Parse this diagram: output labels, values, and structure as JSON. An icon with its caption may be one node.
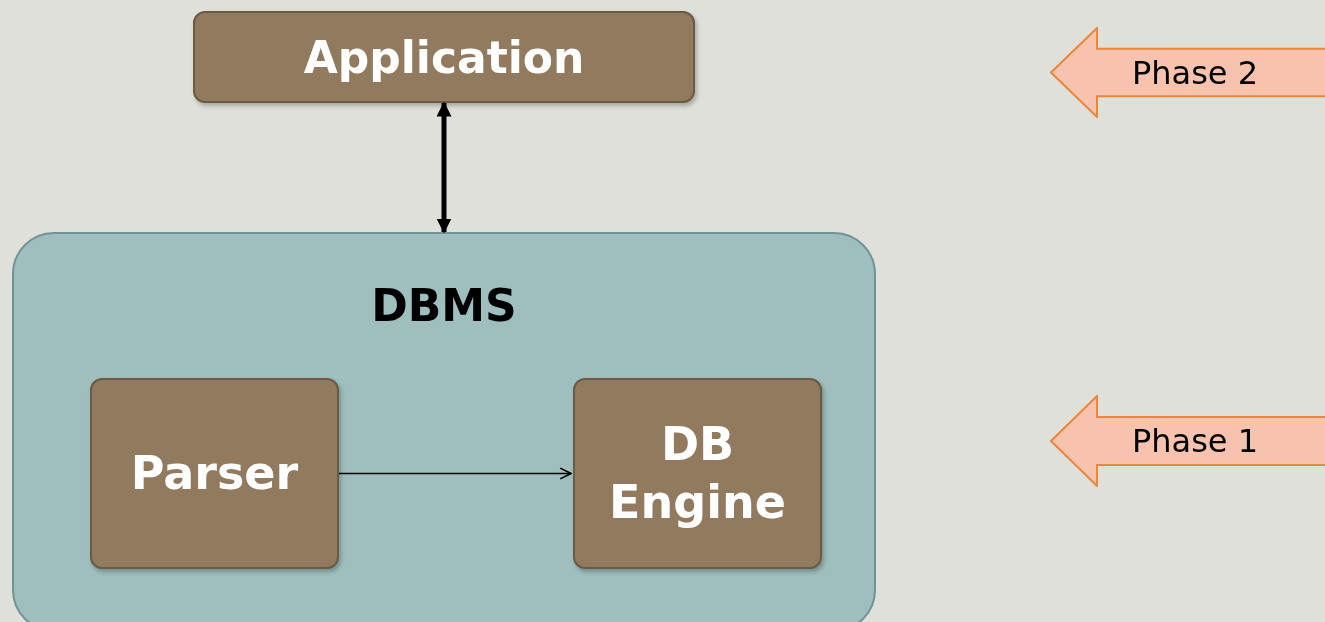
{
  "diagram": {
    "nodes": [
      {
        "text": [
          "Application"
        ]
      },
      {
        "text": [
          "DBMS"
        ]
      },
      {
        "text": [
          "Parser"
        ],
        "in": 1
      },
      {
        "text": [
          "DB Engine"
        ],
        "in": 1
      },
      {
        "text": [
          "Phase 2"
        ]
      },
      {
        "text": [
          "Phase 1"
        ]
      }
    ],
    "edges": [
      {
        "from": 0,
        "to": 1,
        "arrow": "both",
        "style": "thick"
      },
      {
        "from": 2,
        "to": 3,
        "arrow": "to"
      }
    ]
  }
}
